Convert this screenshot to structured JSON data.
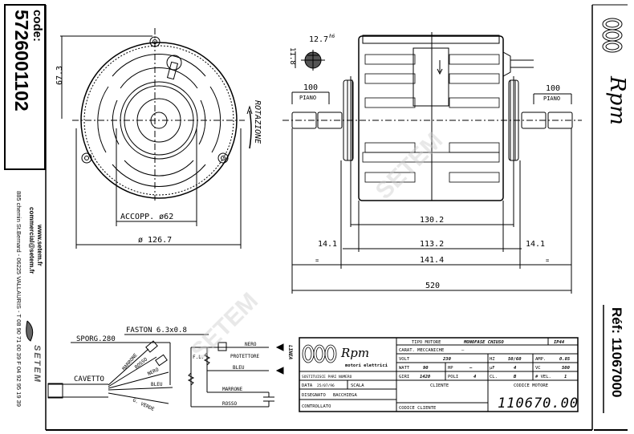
{
  "sidebar_left": {
    "code_label": "code:",
    "code_value": "5726001102",
    "website": "www.setem.fr",
    "email": "commercial@setem.fr",
    "address": "885 chemin St.Bernard - 06225 VALLAURIS - T 08 90 71 00 39  F 04 92 95 19 39",
    "logo_text": "SETEM"
  },
  "sidebar_right": {
    "brand": "Rpm",
    "reference": "Réf: 11067000"
  },
  "front_view": {
    "dim_height": "67.3",
    "dim_coupling": "ACCOPP. ø62",
    "dim_diameter": "ø 126.7",
    "rotation_label": "ROTAZIONE"
  },
  "side_view": {
    "shaft_dia": "12.7",
    "shaft_tol": "h6",
    "shaft_flat": "11.8",
    "left_length": "100",
    "left_flat": "PIANO",
    "right_length": "100",
    "right_flat": "PIANO",
    "dim_130": "130.2",
    "dim_14_left": "14.1",
    "dim_113": "113.2",
    "dim_14_right": "14.1",
    "eq_left": "=",
    "dim_141": "141.4",
    "eq_right": "=",
    "dim_total": "520"
  },
  "wiring": {
    "sporg": "SPORG.280",
    "faston": "FASTON 6.3x0.8",
    "cavetto": "CAVETTO",
    "wires": [
      "MARRONE",
      "ROSSO",
      "NERO",
      "BLEU",
      "G. VERDE"
    ],
    "schematic": {
      "nero": "NERO",
      "protettore": "PROTETTORE",
      "fl": "F.L.",
      "bleu": "BLEU",
      "marrone": "MARRONE",
      "rosso": "ROSSO",
      "linea": "LINEA"
    }
  },
  "title_block": {
    "brand": "Rpm",
    "brand_sub": "motori elettrici",
    "tipo_motore_label": "TIPO MOTORE",
    "tipo_motore": "MONOFASE CHIUSO",
    "ip": "IP44",
    "carat_label": "CARAT. MECCANICHE",
    "carat_value": "—",
    "volt_label": "VOLT",
    "volt": "230",
    "hz_label": "HZ",
    "hz": "50/60",
    "amp_label": "AMP.",
    "amp": "0.85",
    "watt_label": "WATT",
    "watt": "90",
    "hp_label": "HP",
    "hp": "—",
    "uf_label": "µF",
    "uf": "4",
    "vc_label": "VC",
    "vc": "500",
    "giri_label": "GIRI",
    "giri": "1420",
    "poli_label": "POLI",
    "poli": "4",
    "cl_label": "CL.",
    "cl": "B",
    "vel_label": "# VEL.",
    "vel": "1",
    "sostituisce": "SOSTITUISCE PARI NUMERO",
    "data_label": "DATA",
    "data": "25/07/96",
    "scala_label": "SCALA",
    "disegnato_label": "DISEGNATO",
    "disegnato": "BACCHIEGA",
    "controllato_label": "CONTROLLATO",
    "cliente_label": "CLIENTE",
    "codice_cliente_label": "CODICE CLIENTE",
    "codice_motore_label": "CODICE MOTORE",
    "codice_motore": "110670.00"
  },
  "watermark": "SETEM"
}
